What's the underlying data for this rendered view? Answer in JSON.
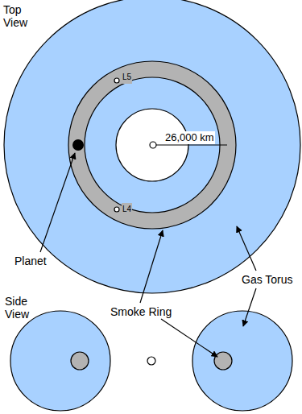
{
  "diagram": {
    "labels": [
      "Top View",
      "26,000 km",
      "L5",
      "L4",
      "Planet",
      "Smoke Ring",
      "Gas Torus",
      "Side View"
    ]
  }
}
